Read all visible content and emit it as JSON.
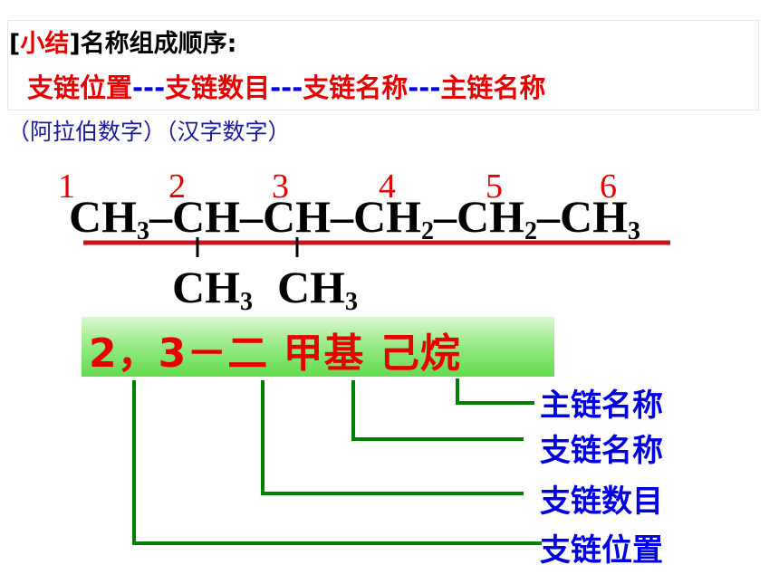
{
  "summary": {
    "bracket_open": "[",
    "tag": "小结",
    "bracket_close": "]",
    "title": "名称组成顺序:",
    "parts": [
      "支链位置",
      "支链数目",
      "支链名称",
      "主链名称"
    ],
    "separator": "---"
  },
  "note": "（阿拉伯数字）（汉字数字）",
  "carbon_numbers": [
    "1",
    "2",
    "3",
    "4",
    "5",
    "6"
  ],
  "formula": {
    "chain": [
      {
        "base": "CH",
        "sub": "3"
      },
      {
        "base": "–CH",
        "sub": ""
      },
      {
        "base": "–CH",
        "sub": ""
      },
      {
        "base": "–CH",
        "sub": "2"
      },
      {
        "base": "–CH",
        "sub": "2"
      },
      {
        "base": "–CH",
        "sub": "3"
      }
    ],
    "branches": [
      {
        "base": "CH",
        "sub": "3"
      },
      {
        "base": "CH",
        "sub": "3"
      }
    ]
  },
  "answer": {
    "position": "2，3",
    "dash": "－",
    "count": "二",
    "branch_name": "甲基",
    "main_name": "己烷"
  },
  "labels": [
    "主链名称",
    "支链名称",
    "支链数目",
    "支链位置"
  ],
  "colors": {
    "red": "#e60000",
    "blue": "#0000e0",
    "green": "#008000",
    "note": "#1a1a9c"
  }
}
